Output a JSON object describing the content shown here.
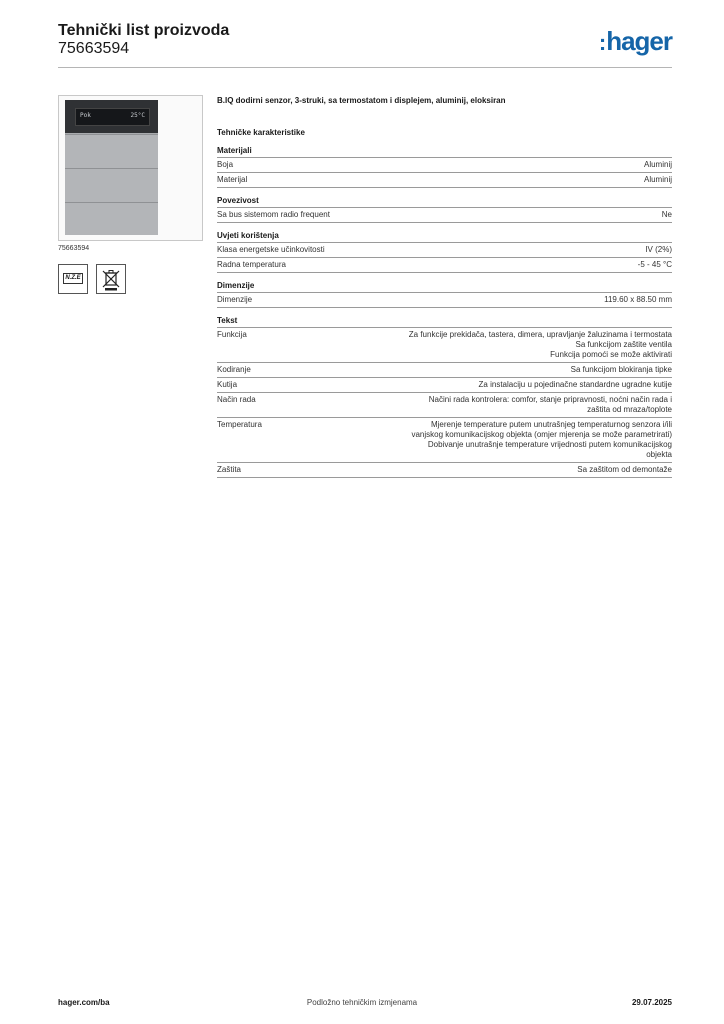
{
  "header": {
    "title": "Tehnički list proizvoda",
    "code": "75663594",
    "logo_text": "hager",
    "brand_color": "#1565a8"
  },
  "image_caption": "75663594",
  "icons": [
    "nzeb-icon",
    "weee-bin-icon"
  ],
  "nzeb_label": "N.Z.E",
  "lcd": {
    "left": "Pok",
    "right": "25°C"
  },
  "product_description": "B.IQ dodirni senzor, 3-struki, sa termostatom i displejem, aluminij, eloksiran",
  "section_title": "Tehničke karakteristike",
  "groups": [
    {
      "heading": "Materijali",
      "rows": [
        {
          "k": "Boja",
          "v": "Aluminij"
        },
        {
          "k": "Materijal",
          "v": "Aluminij"
        }
      ]
    },
    {
      "heading": "Povezivost",
      "rows": [
        {
          "k": "Sa bus sistemom radio frequent",
          "v": "Ne"
        }
      ]
    },
    {
      "heading": "Uvjeti korištenja",
      "rows": [
        {
          "k": "Klasa energetske učinkovitosti",
          "v": "IV (2%)"
        },
        {
          "k": "Radna temperatura",
          "v": "-5 - 45 °C"
        }
      ]
    },
    {
      "heading": "Dimenzije",
      "rows": [
        {
          "k": "Dimenzije",
          "v": "119.60 x 88.50 mm"
        }
      ]
    },
    {
      "heading": "Tekst",
      "rows": [
        {
          "k": "Funkcija",
          "v": "Za funkcije prekidača, tastera, dimera, upravljanje žaluzinama i termostata\nSa funkcijom zaštite ventila\nFunkcija pomoći se može aktivirati"
        },
        {
          "k": "Kodiranje",
          "v": "Sa funkcijom blokiranja tipke"
        },
        {
          "k": "Kutija",
          "v": "Za instalaciju u pojedinačne standardne ugradne kutije"
        },
        {
          "k": "Način rada",
          "v": "Načini rada kontrolera: comfor, stanje pripravnosti, noćni način rada i\nzaštita od mraza/toplote"
        },
        {
          "k": "Temperatura",
          "v": "Mjerenje temperature putem unutrašnjeg temperaturnog senzora i/ili\nvanjskog komunikacijskog objekta (omjer mjerenja se može parametrirati)\nDobivanje unutrašnje temperature vrijednosti putem komunikacijskog\nobjekta"
        },
        {
          "k": "Zaštita",
          "v": "Sa zaštitom od demontaže"
        }
      ]
    }
  ],
  "footer": {
    "left": "hager.com/ba",
    "middle": "Podložno tehničkim izmjenama",
    "right": "29.07.2025"
  }
}
